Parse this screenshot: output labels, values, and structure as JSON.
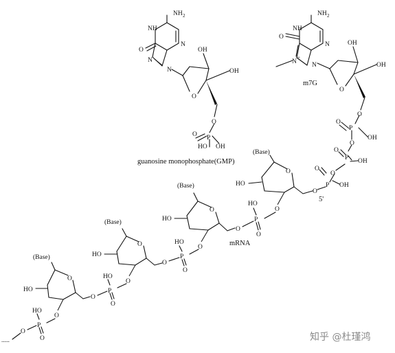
{
  "labels": {
    "caption_gmp": "guanosine monophosphate(GMP)",
    "caption_m7g": "m7G",
    "caption_mrna": "mRNA",
    "five_prime": "5'",
    "nh2": "NH",
    "nh2_sub": "2",
    "nh": "NH",
    "o": "O",
    "n": "N",
    "oh": "OH",
    "ho": "HO",
    "p": "P",
    "base": "(Base)",
    "n_plus": "+",
    "dots": ".....",
    "watermark": "知乎 @杜瑾鸿"
  }
}
